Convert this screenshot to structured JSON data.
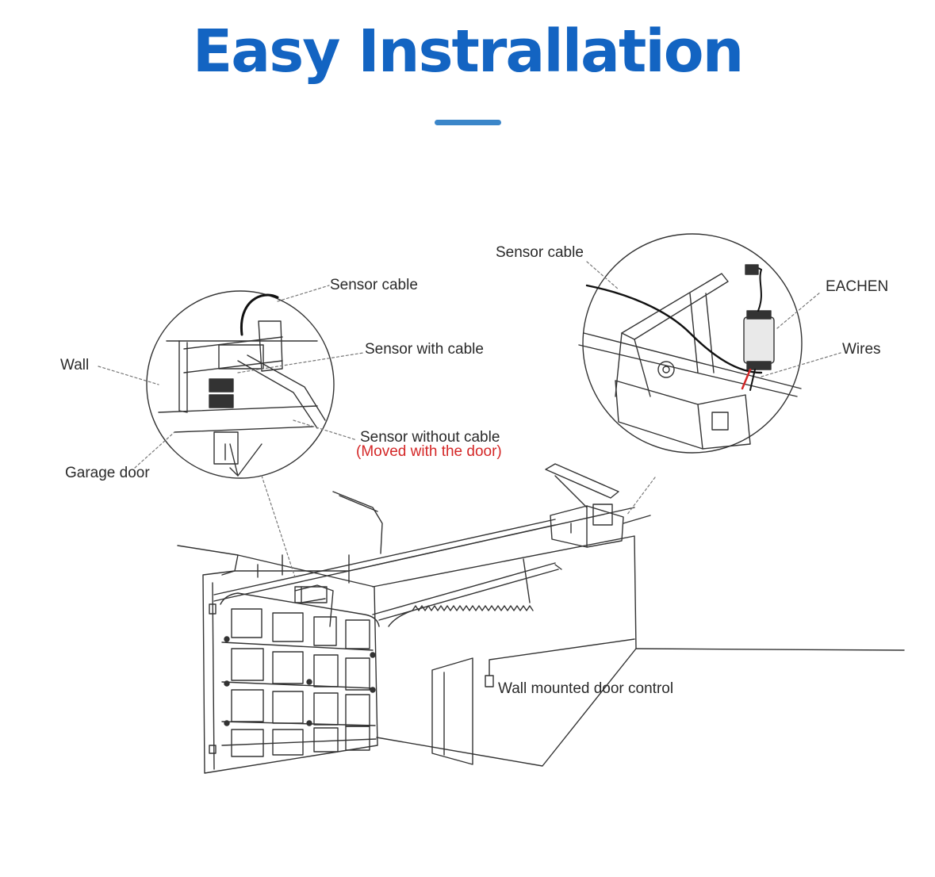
{
  "title": "Easy Instrallation",
  "colors": {
    "title": "#1364c2",
    "accent_bar": "#3b86c9",
    "note": "#d42727",
    "line": "#2b2b2b"
  },
  "labels": {
    "wall": "Wall",
    "garage_door": "Garage door",
    "sensor_cable_left": "Sensor cable",
    "sensor_with_cable": "Sensor with cable",
    "sensor_without_cable": "Sensor without cable",
    "moved_with_door": "(Moved with the door)",
    "sensor_cable_right": "Sensor cable",
    "eachen": "EACHEN",
    "wires": "Wires",
    "wall_control": "Wall mounted door control"
  }
}
